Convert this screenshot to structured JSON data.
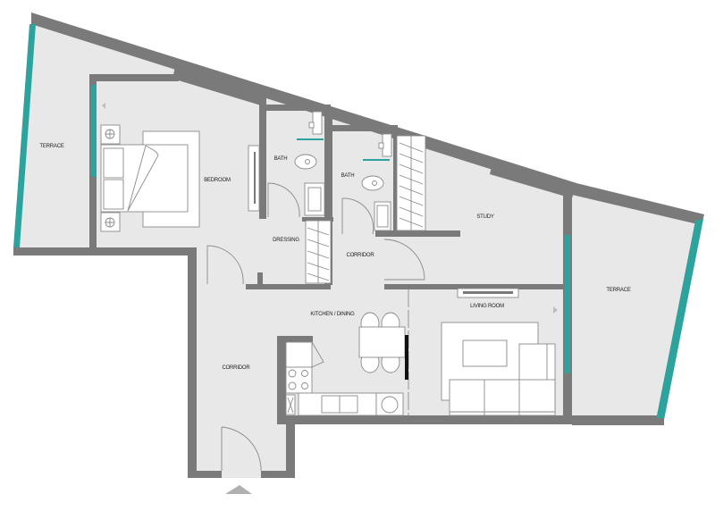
{
  "plan": {
    "colors": {
      "floor": "#e8e8e8",
      "wall": "#7a7a7a",
      "glazing": "#2ea39e",
      "furniture": "#ffffff",
      "furniture_stroke": "#8a8a8a",
      "background": "#ffffff",
      "entrance_arrow": "#b0b0b0"
    },
    "rooms": {
      "terrace_left": "TERRACE",
      "bedroom": "BEDROOM",
      "bath_1": "BATH",
      "bath_2": "BATH",
      "dressing": "DRESSING",
      "corridor_upper": "CORRIDOR",
      "study": "STUDY",
      "terrace_right": "TERRACE",
      "kitchen_dining": "KITCHEN / DINING",
      "living_room": "LIVING ROOM",
      "corridor_lower": "CORRIDOR"
    },
    "icons": {
      "entrance": "entrance-arrow-icon"
    }
  }
}
